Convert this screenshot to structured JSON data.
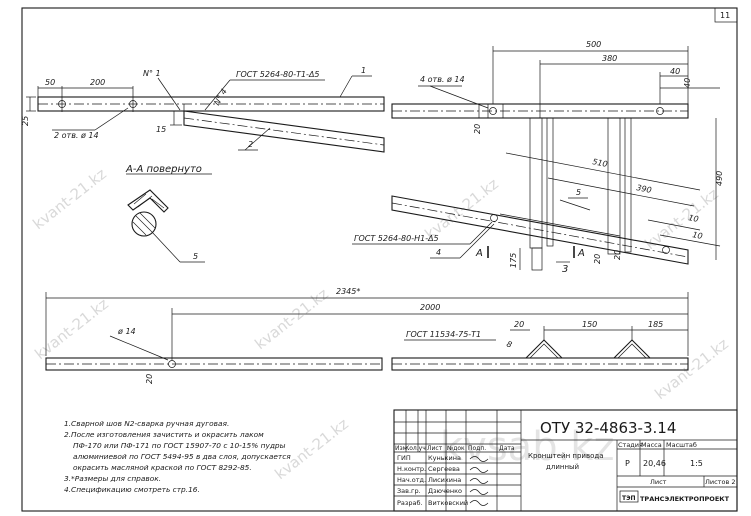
{
  "page_number": "11",
  "document": {
    "code": "ОТУ 32-4863-3.14",
    "title_line1": "Кронштейн привода",
    "title_line2": "длинный",
    "organization": "ТРАНСЭЛЕКТРОПРОЕКТ"
  },
  "stamp": {
    "header_cols": [
      "Изм.",
      "Кол.уч",
      "Лист",
      "№док",
      "Подп.",
      "Дата"
    ],
    "signers": [
      {
        "role": "ГИП",
        "name": "Кунькина"
      },
      {
        "role": "Н.контр.",
        "name": "Сергеева"
      },
      {
        "role": "Нач.отд.",
        "name": "Лисихина"
      },
      {
        "role": "Зав.гр.",
        "name": "Дзюченко"
      },
      {
        "role": "Разраб.",
        "name": "Витковский"
      }
    ],
    "col_stage": "Стадия",
    "col_mass": "Масса",
    "col_scale": "Масштаб",
    "stage": "Р",
    "mass": "20,46",
    "scale": "1:5",
    "sheet_label": "Лист",
    "sheets_label": "Листов 2"
  },
  "notes": [
    "1.Сварной шов N2-сварка ручная дуговая.",
    "2.После изготовления зачистить и окрасить лаком",
    "ПФ-170 или ПФ-171 по ГОСТ 15907-70 с 10-15% пудры",
    "алюминиевой по ГОСТ 5494-95 в два слоя, допускается",
    "окрасить масляной краской по ГОСТ 8292-85.",
    "3.*Размеры для справок.",
    "4.Спецификацию смотреть стр.16."
  ],
  "drawing": {
    "top_left_dims": {
      "d50": "50",
      "d200": "200",
      "d25": "25",
      "d15": "15"
    },
    "top_left_labels": {
      "n1": "N° 1",
      "gost_top": "ГОСТ 5264-80-Т1-Δ5",
      "n4": "N° 4",
      "part1": "1",
      "part2": "2",
      "holes2": "2 отв. ø 14"
    },
    "section": {
      "title": "А-А повернуто",
      "part5": "5"
    },
    "right_dims": {
      "d500": "500",
      "d380": "380",
      "d40a": "40",
      "d40b": "40",
      "d20a": "20",
      "d510": "510",
      "d390": "390",
      "d490": "490",
      "d10a": "10",
      "d10b": "10",
      "d20b": "20",
      "d20c": "20",
      "d175": "175"
    },
    "right_labels": {
      "holes4": "4 отв. ø 14",
      "gost_mid": "ГОСТ 5264-80-Н1-Δ5",
      "part4": "4",
      "part5": "5",
      "part3": "3",
      "a1": "А",
      "a2": "А"
    },
    "bottom_dims": {
      "d2345": "2345*",
      "d2000": "2000",
      "d14": "ø 14",
      "d20": "20",
      "d20b": "20",
      "d150": "150",
      "d185": "185",
      "d8": "8"
    },
    "bottom_labels": {
      "gost_bottom": "ГОСТ 11534-75-Т1"
    }
  },
  "watermarks": [
    "kvant-21.kz",
    "kvant-21.kz",
    "kvant-21.kz",
    "kvant-21.kz",
    "kvant-21.kz",
    "kvant-21.kz",
    "kvant-21.kz"
  ],
  "watermark_big": "kvsab.kz"
}
